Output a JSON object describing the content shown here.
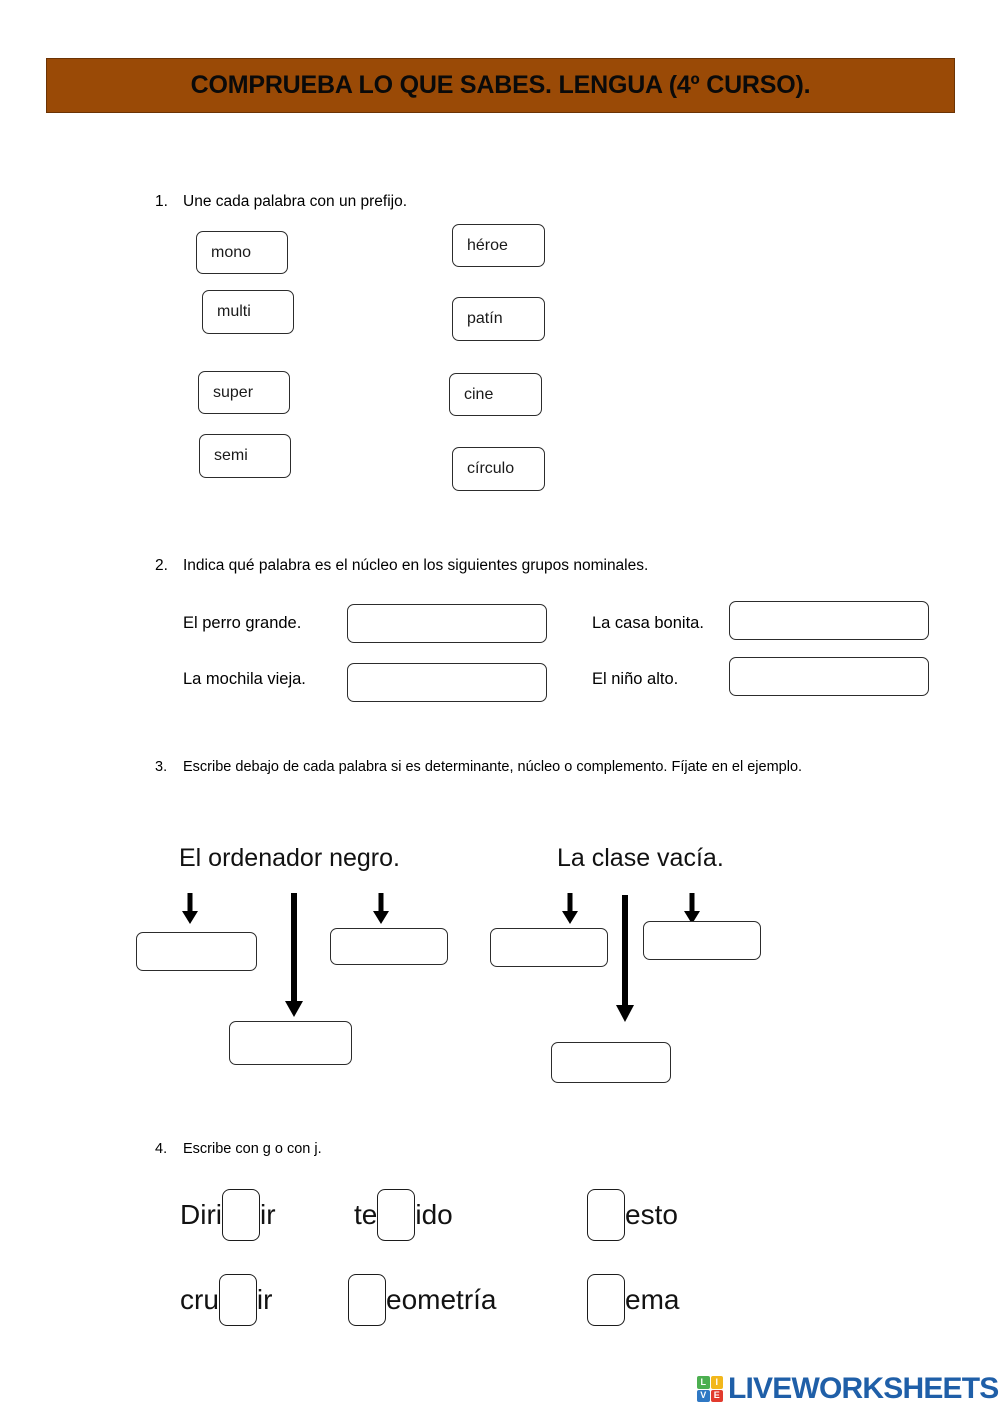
{
  "header": {
    "title": "COMPRUEBA LO QUE SABES. LENGUA (4º CURSO).",
    "background_color": "#9a4a06",
    "text_color": "#0a0a0a"
  },
  "exercises": [
    {
      "number": "1.",
      "instruction": "Une cada palabra con un prefijo.",
      "left_words": [
        "mono",
        "multi",
        "super",
        "semi"
      ],
      "right_words": [
        "héroe",
        "patín",
        "cine",
        "círculo"
      ]
    },
    {
      "number": "2.",
      "instruction": "Indica  qué palabra es el núcleo en los siguientes grupos nominales.",
      "items": [
        {
          "label": "El perro grande.",
          "answer": ""
        },
        {
          "label": "La casa bonita.",
          "answer": ""
        },
        {
          "label": "La mochila vieja.",
          "answer": ""
        },
        {
          "label": "El niño alto.",
          "answer": ""
        }
      ]
    },
    {
      "number": "3.",
      "instruction": "Escribe debajo de cada palabra si es determinante, núcleo o complemento. Fíjate en el ejemplo.",
      "sentences": [
        {
          "text": "El ordenador negro.",
          "answers": [
            "",
            "",
            ""
          ]
        },
        {
          "text": "La clase vacía.",
          "answers": [
            "",
            "",
            ""
          ]
        }
      ]
    },
    {
      "number": "4.",
      "instruction": "Escribe con g o con j.",
      "items": [
        {
          "before": "Diri",
          "after": "ir",
          "value": ""
        },
        {
          "before": "te",
          "after": "ido",
          "value": ""
        },
        {
          "before": "",
          "after": "esto",
          "value": ""
        },
        {
          "before": "cru",
          "after": "ir",
          "value": ""
        },
        {
          "before": "",
          "after": "eometría",
          "value": ""
        },
        {
          "before": "",
          "after": "ema",
          "value": ""
        }
      ]
    }
  ],
  "footer": {
    "logo_tiles": [
      {
        "letter": "L",
        "color": "#4caf50"
      },
      {
        "letter": "I",
        "color": "#f2b71b"
      },
      {
        "letter": "V",
        "color": "#2f78c4"
      },
      {
        "letter": "E",
        "color": "#e23b2e"
      }
    ],
    "wordmark": "LIVEWORKSHEETS",
    "wordmark_color": "#1f5fa8"
  }
}
